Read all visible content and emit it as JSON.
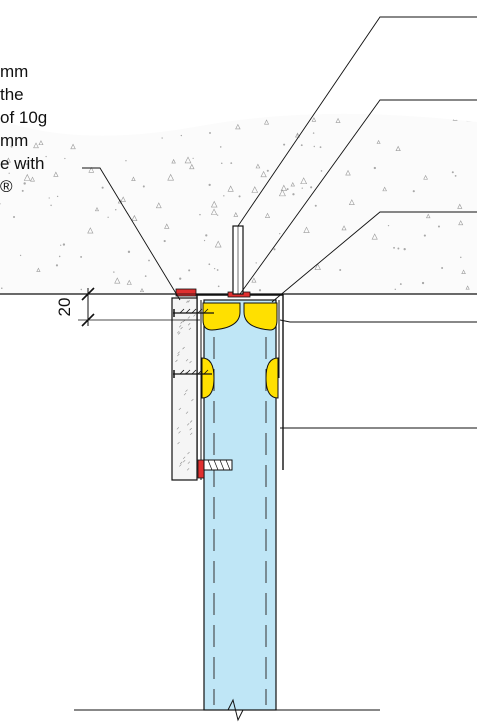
{
  "note": {
    "lines": [
      "mm",
      "the",
      "of 10g",
      "mm",
      "e with",
      "®"
    ]
  },
  "dimension": {
    "value": "20"
  },
  "colors": {
    "glass": "#bfe6f6",
    "slab_fill": "#efefef",
    "seal_yellow": "#ffe000",
    "fixing_red": "#e03030",
    "line": "#111111",
    "fire_batten_fill": "#f5f5f5"
  }
}
